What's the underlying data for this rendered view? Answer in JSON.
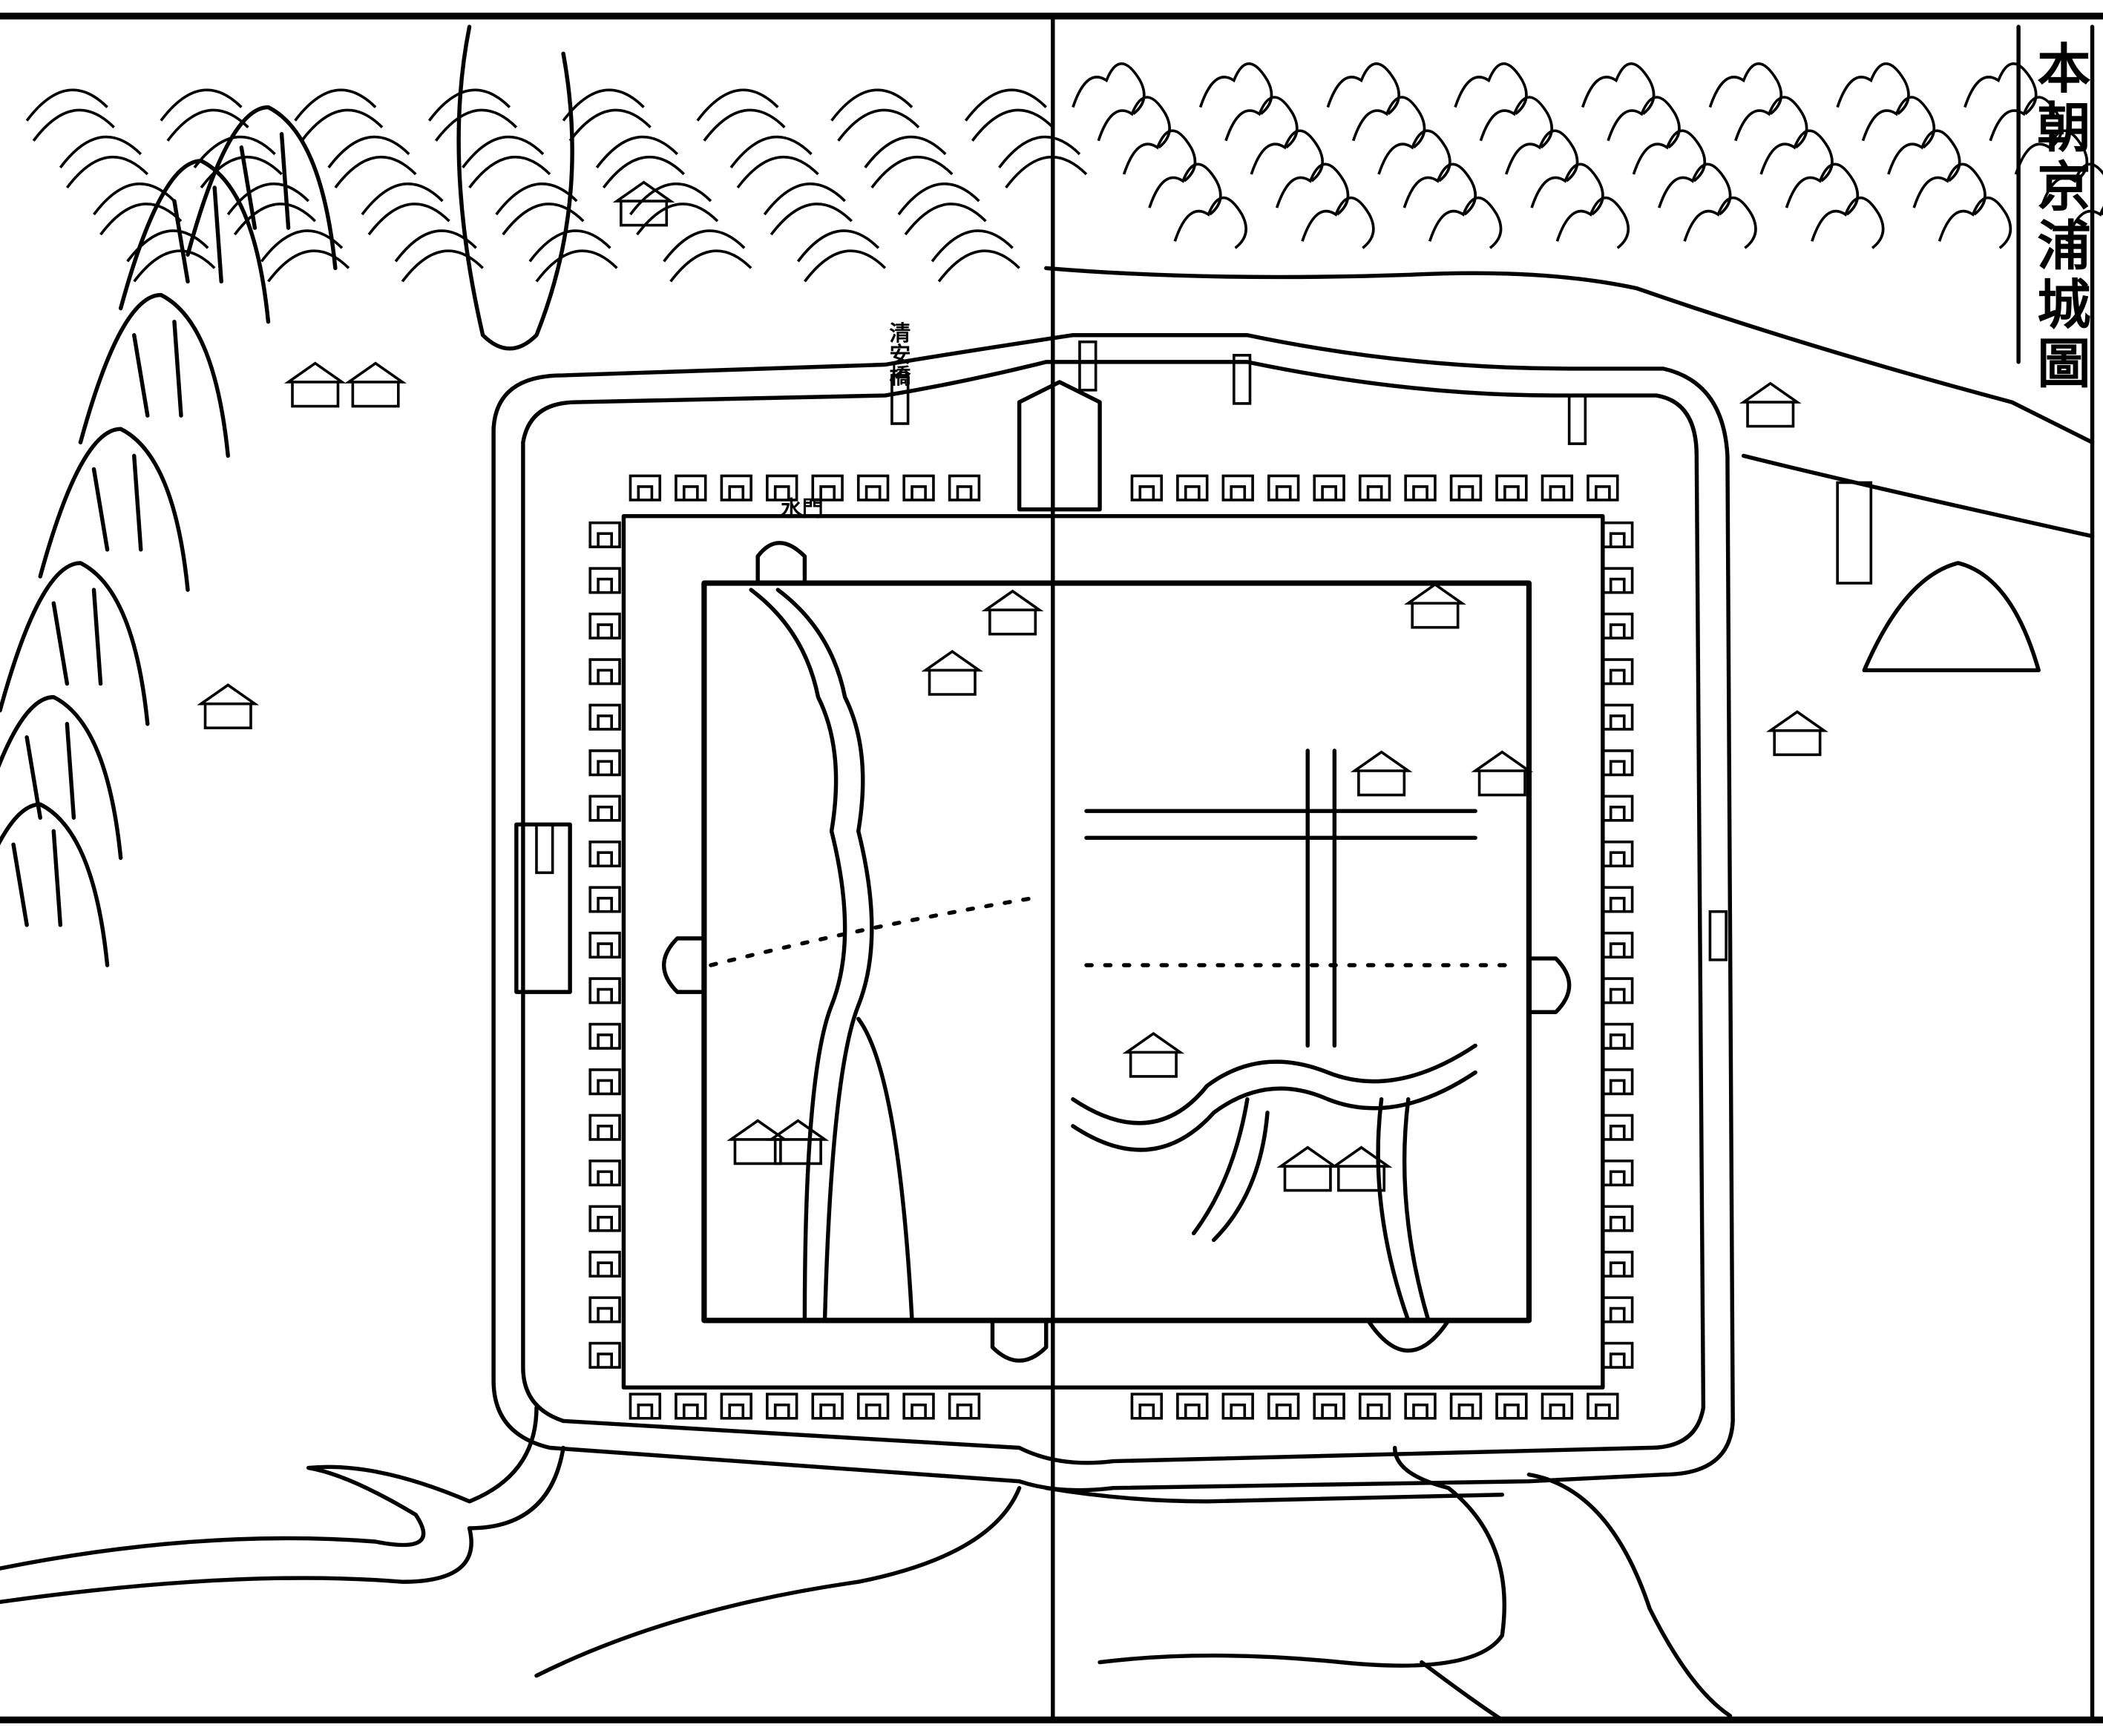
{
  "title": "本朝京浦城圖",
  "labels": {
    "bridge_north": "清安橋",
    "water_gate": "水門"
  },
  "colors": {
    "ink": "#000000",
    "paper": "#ffffff"
  }
}
